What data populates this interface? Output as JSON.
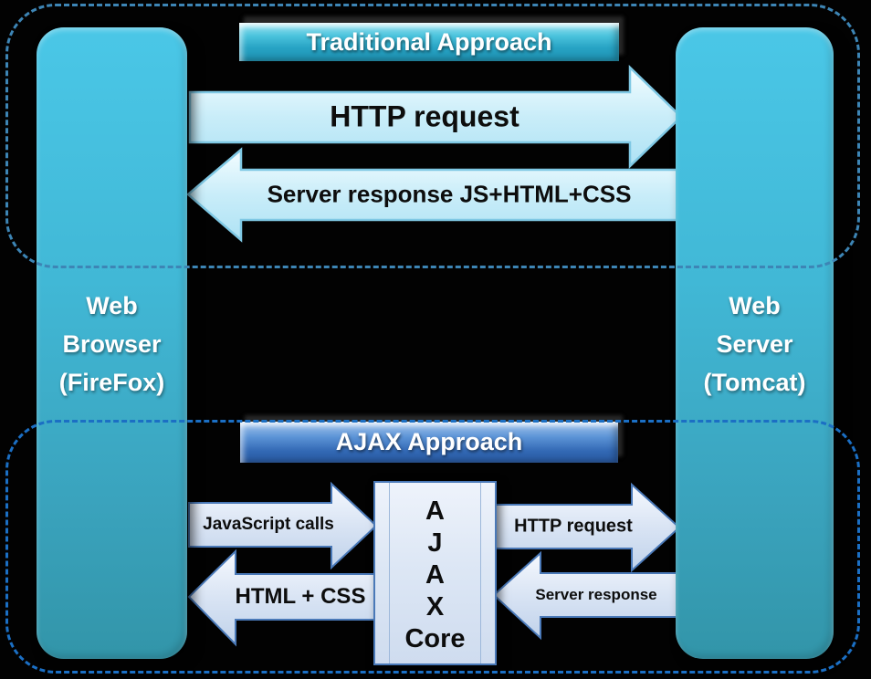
{
  "nodes": {
    "browser": {
      "lines": [
        "Web",
        "Browser",
        "(FireFox)"
      ]
    },
    "server": {
      "lines": [
        "Web",
        "Server",
        "(Tomcat)"
      ]
    }
  },
  "traditional": {
    "title": "Traditional Approach",
    "http_request_label": "HTTP request",
    "server_response_label": "Server response JS+HTML+CSS"
  },
  "ajax": {
    "title": "AJAX Approach",
    "javascript_calls_label": "JavaScript calls",
    "http_request_label": "HTTP request",
    "server_response_label": "Server response",
    "html_css_label": "HTML + CSS",
    "core_lines": [
      "A",
      "J",
      "A",
      "X",
      "Core"
    ]
  },
  "colors": {
    "background": "#000000",
    "node_fill_top": "#4ac7e7",
    "node_fill_bottom": "#3295a9",
    "traditional_header": "#27a3c4",
    "ajax_header": "#3268b4",
    "arrow_cyan_fill": "#c9edf9",
    "arrow_cyan_border": "#7fc8e4",
    "arrow_blue_fill": "#d9e4f4",
    "arrow_blue_border": "#4a79b8",
    "dashed_border_top": "#3d85b5",
    "dashed_border_bottom": "#1b6fc4",
    "text_light": "#ffffff",
    "text_dark": "#0d0d0d"
  }
}
